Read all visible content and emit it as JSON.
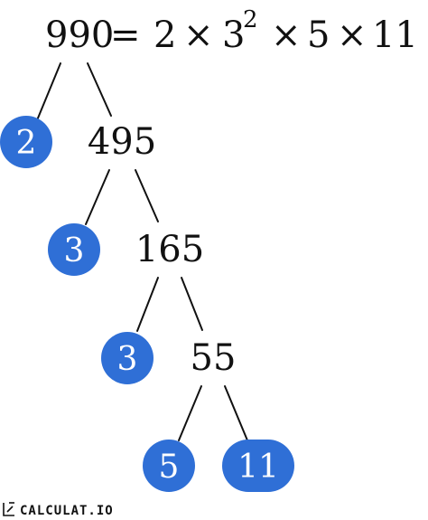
{
  "equation": {
    "number": "990",
    "equals": "=",
    "times": "×",
    "factors": [
      {
        "base": "2",
        "exponent": ""
      },
      {
        "base": "3",
        "exponent": "2"
      },
      {
        "base": "5",
        "exponent": ""
      },
      {
        "base": "11",
        "exponent": ""
      }
    ]
  },
  "tree": {
    "composites": [
      "495",
      "165",
      "55"
    ],
    "primes": [
      "2",
      "3",
      "3",
      "5",
      "11"
    ],
    "prime_color": "#2f6fd6"
  },
  "branding": {
    "name": "CALCULAT.IO"
  }
}
